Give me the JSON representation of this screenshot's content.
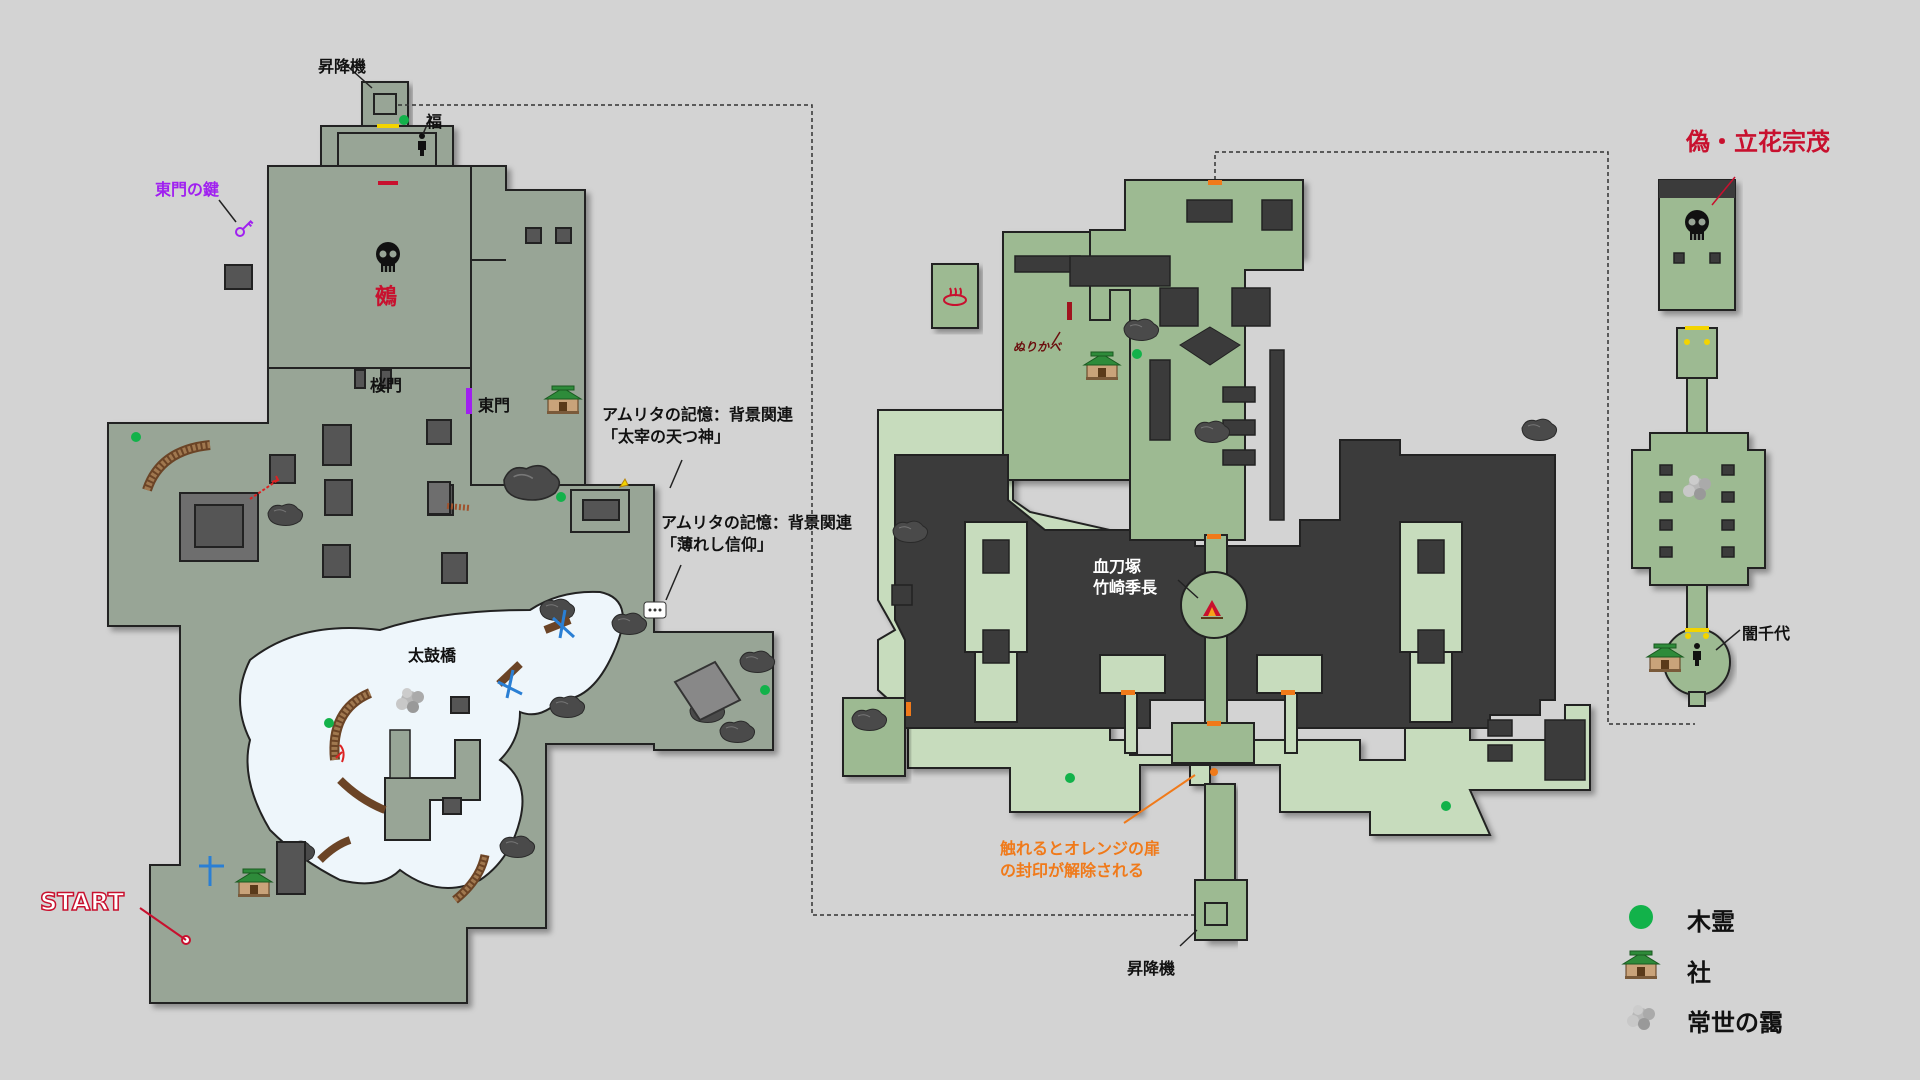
{
  "labels": {
    "elevator_top": "昇降機",
    "fuku": "福",
    "east_gate_key": "東門の鍵",
    "boss_nue": "鵺",
    "sakura_gate": "桜門",
    "east_gate": "東門",
    "memory1_title": "アムリタの記憶：背景関連",
    "memory1_name": "「太宰の天つ神」",
    "memory2_title": "アムリタの記憶：背景関連",
    "memory2_name": "「薄れし信仰」",
    "taiko_bridge": "太鼓橋",
    "start": "START",
    "nurikabe": "ぬりかべ",
    "blood_blade_line1": "血刀塚",
    "blood_blade_line2": "竹崎季長",
    "orange_note_line1": "触れるとオレンジの扉",
    "orange_note_line2": "の封印が解除される",
    "elevator_bottom": "昇降機",
    "boss_fake": "偽・立花宗茂",
    "yami_chiyo": "闇千代"
  },
  "legend": [
    {
      "icon": "kodama-dot-icon",
      "label": "木霊",
      "color": "#12b24a"
    },
    {
      "icon": "shrine-icon",
      "label": "社",
      "color": "#3a8f3a"
    },
    {
      "icon": "tokoyo-mist-icon",
      "label": "常世の靄",
      "color": "#aaaaaa"
    }
  ],
  "colors": {
    "background": "#d3d3d3",
    "left_floor": "#98a596",
    "right_floor": "#9dba92",
    "right_corridor": "#c7dcbd",
    "wall_dark": "#3b3b3b",
    "water": "#eef6fb",
    "kodama_green": "#12b24a",
    "orange_door": "#f07a1a",
    "purple": "#a020f0",
    "red_label": "#c8102e",
    "yellow": "#f3d400"
  }
}
